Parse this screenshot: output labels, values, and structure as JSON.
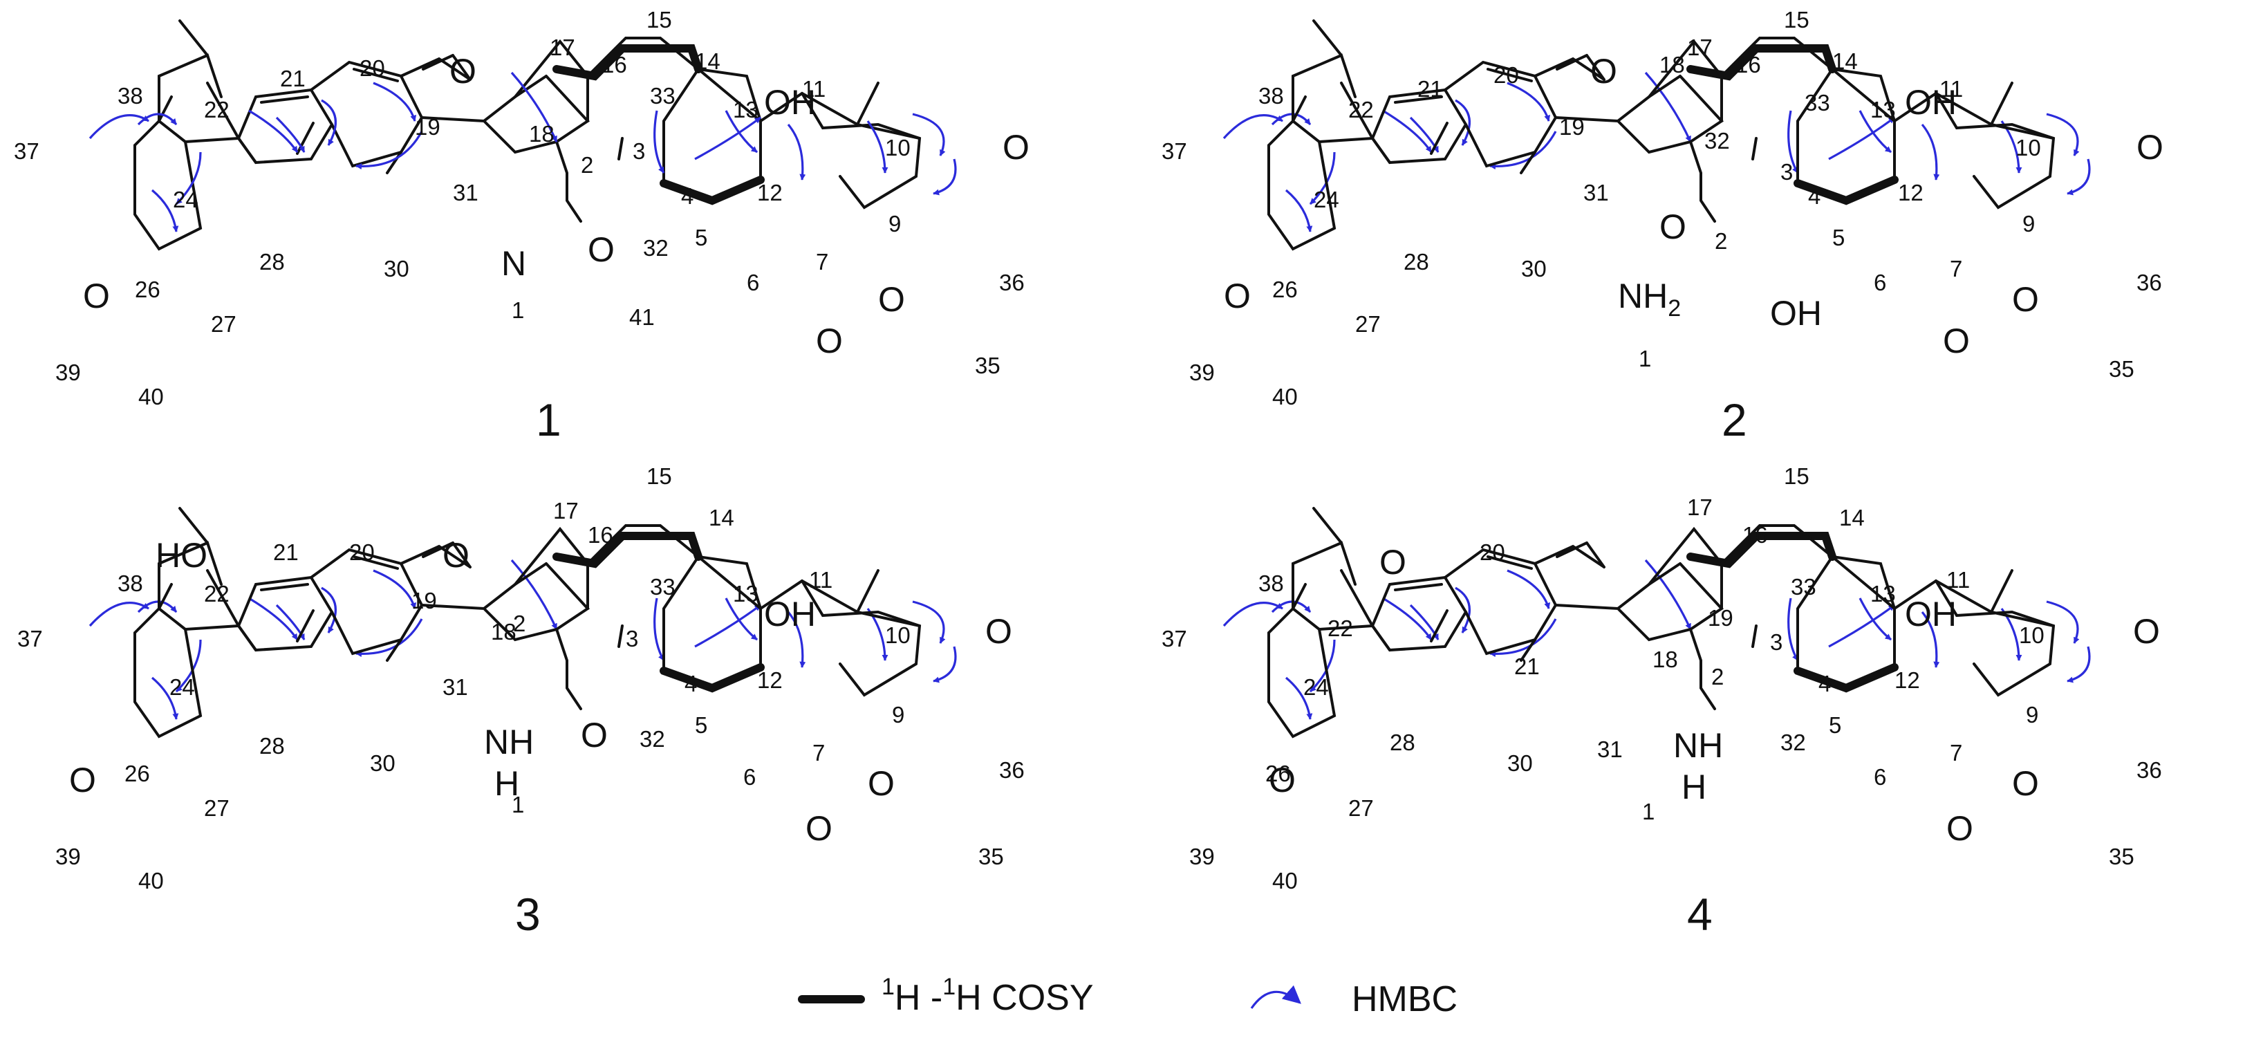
{
  "compounds": [
    {
      "id": "1",
      "atoms": {
        "n1": "N",
        "o41": "O",
        "oh13": "OH",
        "o7": "O",
        "o9": "O",
        "o18": "O",
        "o10": "O",
        "o24": "O"
      },
      "numbers": [
        "17",
        "16",
        "15",
        "14",
        "13",
        "12",
        "11",
        "10",
        "9",
        "7",
        "6",
        "5",
        "4",
        "3",
        "2",
        "1",
        "18",
        "19",
        "20",
        "21",
        "22",
        "24",
        "26",
        "27",
        "28",
        "30",
        "31",
        "32",
        "33",
        "35",
        "36",
        "37",
        "38",
        "39",
        "40",
        "41"
      ]
    },
    {
      "id": "2",
      "atoms": {
        "nh2": "NH",
        "h2sub": "2",
        "oh2": "OH",
        "o2": "O",
        "oh13": "OH",
        "o7": "O",
        "o9": "O",
        "o18": "O",
        "o10": "O",
        "o24": "O"
      },
      "numbers": [
        "17",
        "16",
        "15",
        "14",
        "13",
        "12",
        "11",
        "10",
        "9",
        "7",
        "6",
        "5",
        "4",
        "3",
        "2",
        "1",
        "18",
        "19",
        "20",
        "21",
        "22",
        "24",
        "26",
        "27",
        "28",
        "30",
        "31",
        "32",
        "33",
        "35",
        "36",
        "37",
        "38",
        "39",
        "40"
      ]
    },
    {
      "id": "3",
      "atoms": {
        "ho22": "HO",
        "nh": "NH",
        "h1": "H",
        "o2": "O",
        "oh13": "OH",
        "o7": "O",
        "o9": "O",
        "o18": "O",
        "o10": "O",
        "o24": "O"
      },
      "numbers": [
        "17",
        "16",
        "15",
        "14",
        "13",
        "12",
        "11",
        "10",
        "9",
        "7",
        "6",
        "5",
        "4",
        "3",
        "2",
        "1",
        "18",
        "19",
        "20",
        "21",
        "22",
        "24",
        "26",
        "27",
        "28",
        "30",
        "31",
        "32",
        "33",
        "35",
        "36",
        "37",
        "38",
        "39",
        "40"
      ]
    },
    {
      "id": "4",
      "atoms": {
        "nh": "NH",
        "h1": "H",
        "o22": "O",
        "oh13": "OH",
        "o7": "O",
        "o9": "O",
        "o10": "O",
        "o24": "O"
      },
      "numbers": [
        "17",
        "16",
        "15",
        "14",
        "13",
        "12",
        "11",
        "10",
        "9",
        "7",
        "6",
        "5",
        "4",
        "3",
        "2",
        "1",
        "18",
        "19",
        "20",
        "21",
        "22",
        "24",
        "26",
        "27",
        "28",
        "30",
        "31",
        "32",
        "33",
        "35",
        "36",
        "37",
        "38",
        "39",
        "40"
      ]
    }
  ],
  "legend": {
    "cosy_sup1": "1",
    "cosy_h1": "H -",
    "cosy_sup2": "1",
    "cosy_h2": "H COSY",
    "hmbc": "HMBC"
  },
  "colors": {
    "bond": "#111111",
    "hmbc": "#2b2bdb"
  }
}
